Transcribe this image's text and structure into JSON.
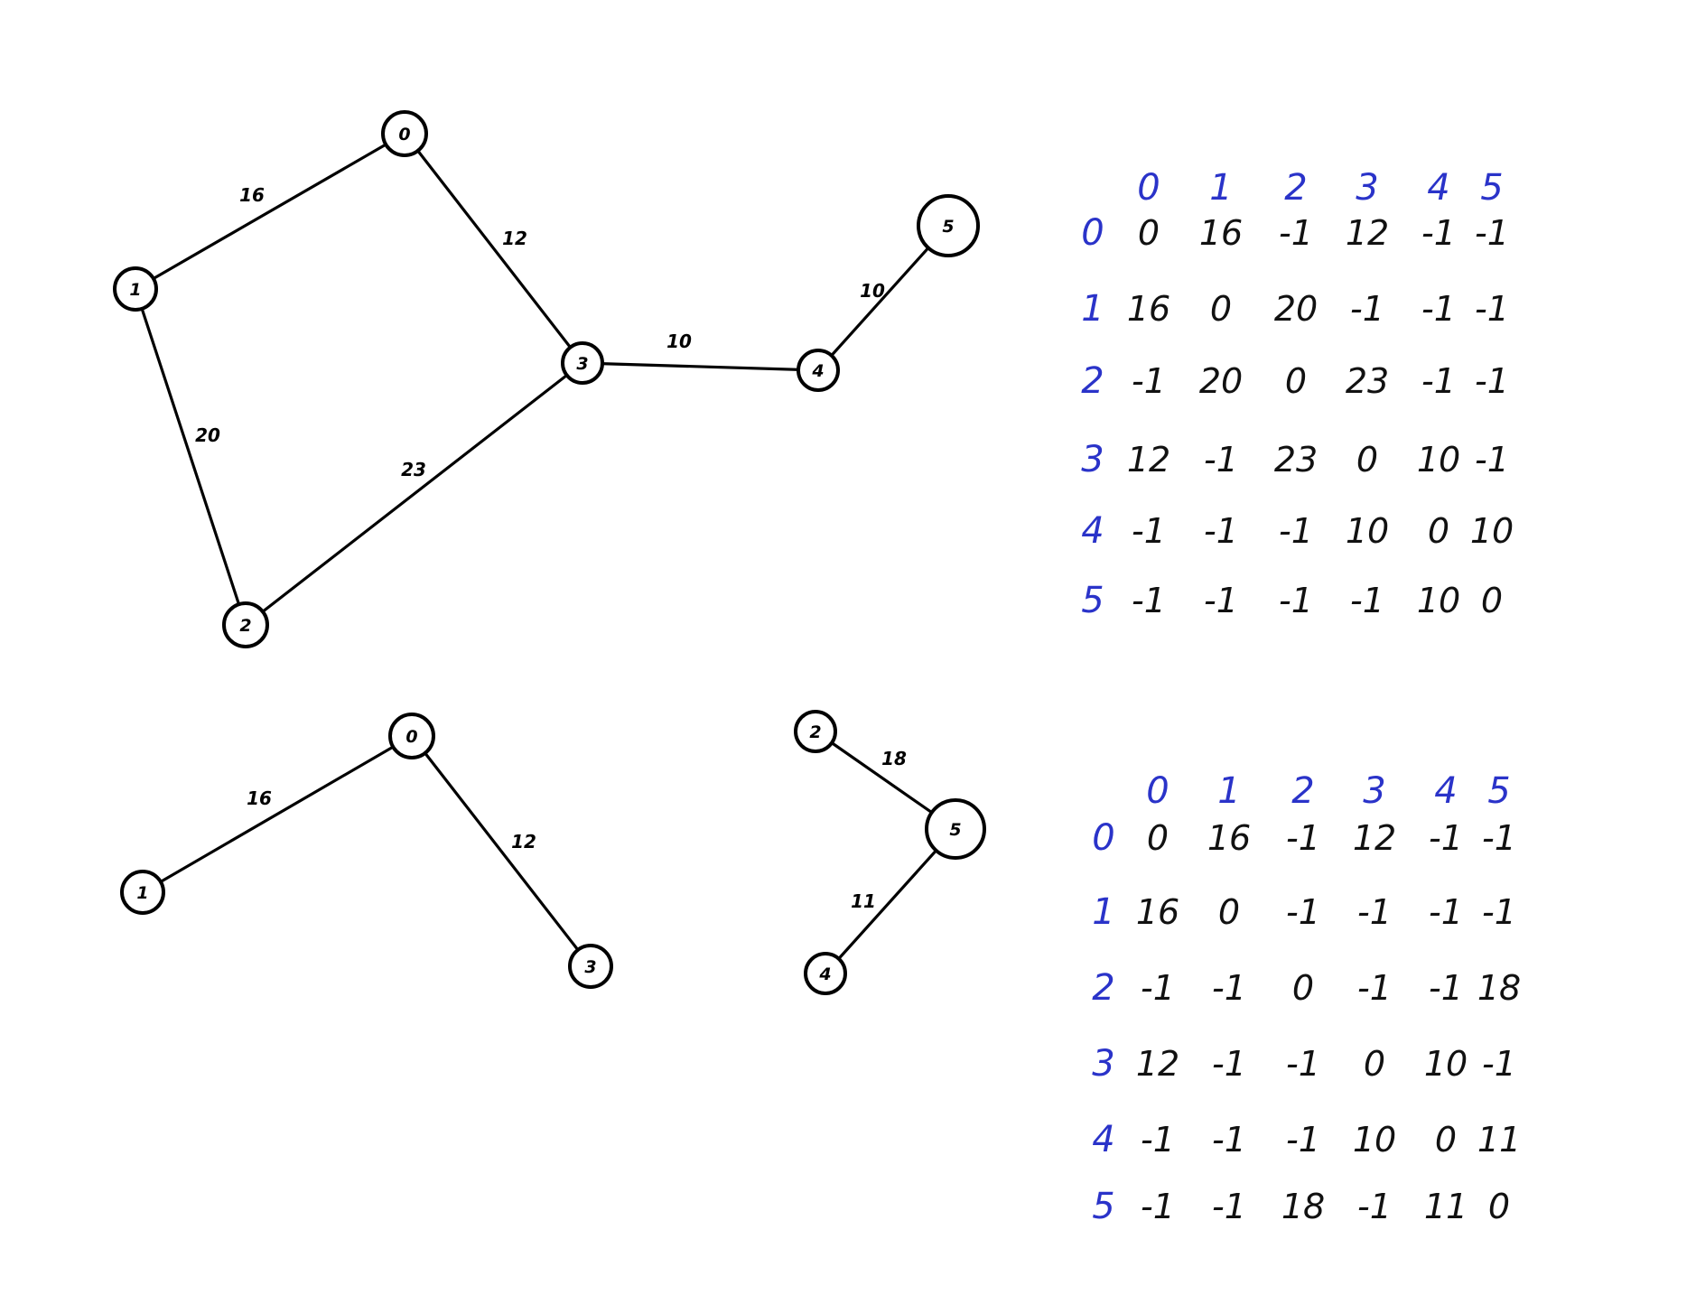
{
  "graphs": [
    {
      "nodes": [
        "0",
        "1",
        "2",
        "3",
        "4",
        "5"
      ],
      "edges": [
        {
          "from": "0",
          "to": "1",
          "weight": "16"
        },
        {
          "from": "0",
          "to": "3",
          "weight": "12"
        },
        {
          "from": "1",
          "to": "2",
          "weight": "20"
        },
        {
          "from": "2",
          "to": "3",
          "weight": "23"
        },
        {
          "from": "3",
          "to": "4",
          "weight": "10"
        },
        {
          "from": "4",
          "to": "5",
          "weight": "10"
        }
      ]
    },
    {
      "nodes": [
        "0",
        "1",
        "3",
        "2",
        "5",
        "4"
      ],
      "edges": [
        {
          "from": "0",
          "to": "1",
          "weight": "16"
        },
        {
          "from": "0",
          "to": "3",
          "weight": "12"
        },
        {
          "from": "2",
          "to": "5",
          "weight": "18"
        },
        {
          "from": "5",
          "to": "4",
          "weight": "11"
        }
      ]
    }
  ],
  "matrices": [
    {
      "col_headers": [
        "0",
        "1",
        "2",
        "3",
        "4",
        "5"
      ],
      "row_headers": [
        "0",
        "1",
        "2",
        "3",
        "4",
        "5"
      ],
      "rows": [
        [
          "0",
          "16",
          "-1",
          "12",
          "-1",
          "-1"
        ],
        [
          "16",
          "0",
          "20",
          "-1",
          "-1",
          "-1"
        ],
        [
          "-1",
          "20",
          "0",
          "23",
          "-1",
          "-1"
        ],
        [
          "12",
          "-1",
          "23",
          "0",
          "10",
          "-1"
        ],
        [
          "-1",
          "-1",
          "-1",
          "10",
          "0",
          "10"
        ],
        [
          "-1",
          "-1",
          "-1",
          "-1",
          "10",
          "0"
        ]
      ]
    },
    {
      "col_headers": [
        "0",
        "1",
        "2",
        "3",
        "4",
        "5"
      ],
      "row_headers": [
        "0",
        "1",
        "2",
        "3",
        "4",
        "5"
      ],
      "rows": [
        [
          "0",
          "16",
          "-1",
          "12",
          "-1",
          "-1"
        ],
        [
          "16",
          "0",
          "-1",
          "-1",
          "-1",
          "-1"
        ],
        [
          "-1",
          "-1",
          "0",
          "-1",
          "-1",
          "18"
        ],
        [
          "12",
          "-1",
          "-1",
          "0",
          "10",
          "-1"
        ],
        [
          "-1",
          "-1",
          "-1",
          "10",
          "0",
          "11"
        ],
        [
          "-1",
          "-1",
          "18",
          "-1",
          "11",
          "0"
        ]
      ]
    }
  ],
  "colors": {
    "ink": "#000000",
    "header_ink": "#2a33c9",
    "background": "#ffffff"
  }
}
